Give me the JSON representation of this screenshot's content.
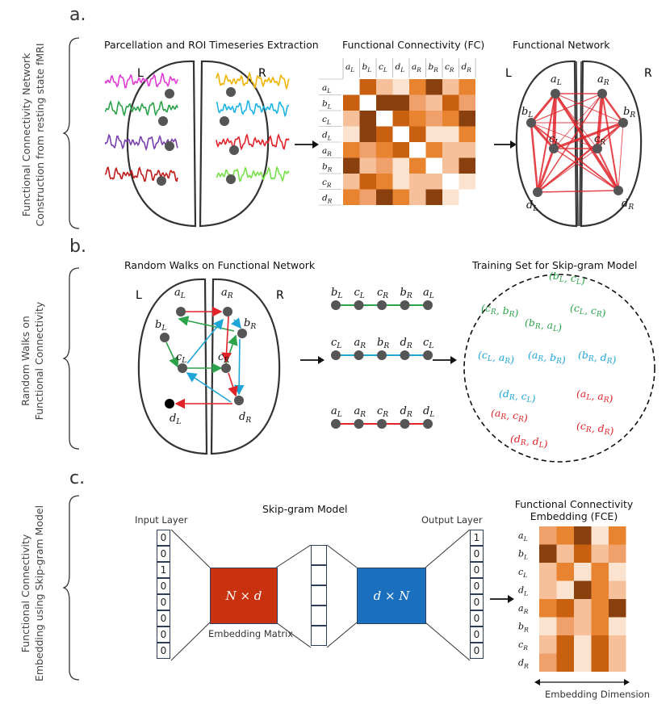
{
  "panels": {
    "a": {
      "letter": "a.",
      "side_label_line1": "Functional Connectivity Network",
      "side_label_line2": "Construction from resting state fMRI",
      "title_left": "Parcellation and ROI Timeseries Extraction",
      "title_mid": "Functional Connectivity (FC)",
      "title_right": "Functional Network",
      "hemi_left": "L",
      "hemi_right": "R",
      "fc_labels": [
        "a_L",
        "b_L",
        "c_L",
        "d_L",
        "a_R",
        "b_R",
        "c_R",
        "d_R"
      ],
      "network_nodes": [
        "a_L",
        "a_R",
        "b_L",
        "b_R",
        "c_L",
        "c_R",
        "d_L",
        "d_R"
      ]
    },
    "b": {
      "letter": "b.",
      "side_label_line1": "Random Walks on",
      "side_label_line2": "Functional Connectivity",
      "title_left": "Random Walks on Functional Network",
      "title_right": "Training Set for Skip-gram Model",
      "hemi_left": "L",
      "hemi_right": "R",
      "walks": [
        {
          "color": "#2ca34a",
          "nodes": [
            "b_L",
            "c_L",
            "c_R",
            "b_R",
            "a_L"
          ]
        },
        {
          "color": "#1fa6d9",
          "nodes": [
            "c_L",
            "a_R",
            "b_R",
            "d_R",
            "c_L"
          ]
        },
        {
          "color": "#e0242a",
          "nodes": [
            "a_L",
            "a_R",
            "c_R",
            "d_R",
            "d_L"
          ]
        }
      ],
      "pairs": [
        {
          "text": "(b_L, c_L)",
          "color": "#2ca34a"
        },
        {
          "text": "(c_R, b_R)",
          "color": "#2ca34a"
        },
        {
          "text": "(c_L, c_R)",
          "color": "#2ca34a"
        },
        {
          "text": "(b_R, a_L)",
          "color": "#2ca34a"
        },
        {
          "text": "(c_L, a_R)",
          "color": "#1fa6d9"
        },
        {
          "text": "(b_R, d_R)",
          "color": "#1fa6d9"
        },
        {
          "text": "(a_R, b_R)",
          "color": "#1fa6d9"
        },
        {
          "text": "(d_R, c_L)",
          "color": "#1fa6d9"
        },
        {
          "text": "(a_L, a_R)",
          "color": "#e0242a"
        },
        {
          "text": "(a_R, c_R)",
          "color": "#e0242a"
        },
        {
          "text": "(c_R, d_R)",
          "color": "#e0242a"
        },
        {
          "text": "(d_R, d_L)",
          "color": "#e0242a"
        }
      ]
    },
    "c": {
      "letter": "c.",
      "side_label_line1": "Functional Connectivity",
      "side_label_line2": "Embedding using Skip-gram Model",
      "title_mid": "Skip-gram Model",
      "title_right_line1": "Functional Connectivity",
      "title_right_line2": "Embedding (FCE)",
      "input_label": "Input Layer",
      "output_label": "Output Layer",
      "input_values": [
        "0",
        "0",
        "1",
        "0",
        "0",
        "0",
        "0",
        "0"
      ],
      "output_values": [
        "1",
        "0",
        "0",
        "0",
        "0",
        "0",
        "0",
        "0"
      ],
      "matrix_left": "N × d",
      "matrix_right": "d  × N",
      "embedding_matrix_label": "Embedding Matrix",
      "embedding_dim_label": "Embedding Dimension",
      "fce_labels": [
        "a_L",
        "b_L",
        "c_L",
        "d_L",
        "a_R",
        "b_R",
        "c_R",
        "d_R"
      ]
    }
  },
  "colors": {
    "nodeGray": "#555555",
    "brainStroke": "#333333",
    "red": "#e0242a",
    "green": "#2ca34a",
    "blue": "#1fa6d9",
    "matrixRed": "#c8320f",
    "matrixBlue": "#1a6fbe"
  }
}
